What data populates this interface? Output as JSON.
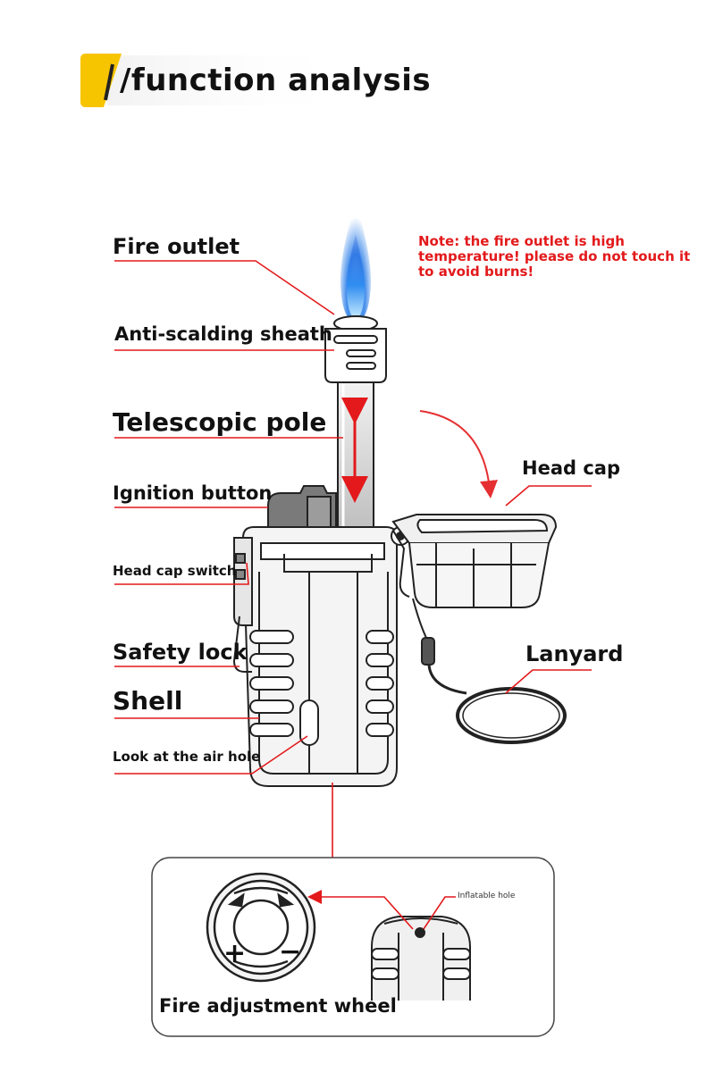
{
  "header": {
    "title": "/function analysis",
    "accent_color": "#f7c400"
  },
  "note": "Note: the fire outlet is high temperature! please do not touch it to avoid burns!",
  "labels": {
    "fire_outlet": "Fire outlet",
    "anti_scalding_sheath": "Anti-scalding sheath",
    "telescopic_pole": "Telescopic pole",
    "ignition_button": "Ignition button",
    "head_cap_switch": "Head cap switch",
    "safety_lock": "Safety lock",
    "shell": "Shell",
    "air_hole": "Look at the air hole",
    "head_cap": "Head cap",
    "lanyard": "Lanyard",
    "fire_adjustment_wheel": "Fire adjustment wheel",
    "inflatable_hole": "Inflatable hole"
  },
  "wheel_symbols": {
    "plus": "+",
    "minus": "−"
  },
  "colors": {
    "leader": "#e3191b",
    "outline": "#222222",
    "flame_blue": "#1f6fe0"
  }
}
